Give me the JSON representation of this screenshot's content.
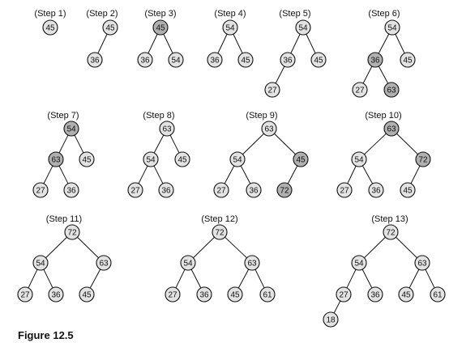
{
  "caption": "Figure 12.5",
  "colors": {
    "light": "#e3e3e3",
    "dark": "#b0b0b0",
    "outline": "#111111"
  },
  "steps": [
    {
      "label": "(Step 1)",
      "nodes": [
        {
          "v": "45"
        }
      ]
    },
    {
      "label": "(Step 2)",
      "nodes": [
        {
          "v": "45"
        },
        {
          "v": "36"
        }
      ]
    },
    {
      "label": "(Step 3)",
      "nodes": [
        {
          "v": "45",
          "hl": true
        },
        {
          "v": "36"
        },
        {
          "v": "54"
        }
      ]
    },
    {
      "label": "(Step 4)",
      "nodes": [
        {
          "v": "54"
        },
        {
          "v": "36"
        },
        {
          "v": "45"
        }
      ]
    },
    {
      "label": "(Step 5)",
      "nodes": [
        {
          "v": "54"
        },
        {
          "v": "36"
        },
        {
          "v": "45"
        },
        {
          "v": "27"
        }
      ]
    },
    {
      "label": "(Step 6)",
      "nodes": [
        {
          "v": "54"
        },
        {
          "v": "36",
          "hl": true
        },
        {
          "v": "45"
        },
        {
          "v": "27"
        },
        {
          "v": "63",
          "hl": true
        }
      ]
    },
    {
      "label": "(Step 7)",
      "nodes": [
        {
          "v": "54",
          "hl": true
        },
        {
          "v": "63",
          "hl": true
        },
        {
          "v": "45"
        },
        {
          "v": "27"
        },
        {
          "v": "36"
        }
      ]
    },
    {
      "label": "(Step 8)",
      "nodes": [
        {
          "v": "63"
        },
        {
          "v": "54"
        },
        {
          "v": "45"
        },
        {
          "v": "27"
        },
        {
          "v": "36"
        }
      ]
    },
    {
      "label": "(Step 9)",
      "nodes": [
        {
          "v": "63"
        },
        {
          "v": "54"
        },
        {
          "v": "45",
          "hl": true
        },
        {
          "v": "27"
        },
        {
          "v": "36"
        },
        {
          "v": "72",
          "hl": true
        }
      ]
    },
    {
      "label": "(Step 10)",
      "nodes": [
        {
          "v": "63",
          "hl": true
        },
        {
          "v": "54"
        },
        {
          "v": "72",
          "hl": true
        },
        {
          "v": "27"
        },
        {
          "v": "36"
        },
        {
          "v": "45"
        }
      ]
    },
    {
      "label": "(Step 11)",
      "nodes": [
        {
          "v": "72"
        },
        {
          "v": "54"
        },
        {
          "v": "63"
        },
        {
          "v": "27"
        },
        {
          "v": "36"
        },
        {
          "v": "45"
        }
      ]
    },
    {
      "label": "(Step 12)",
      "nodes": [
        {
          "v": "72"
        },
        {
          "v": "54"
        },
        {
          "v": "63"
        },
        {
          "v": "27"
        },
        {
          "v": "36"
        },
        {
          "v": "45"
        },
        {
          "v": "61"
        }
      ]
    },
    {
      "label": "(Step 13)",
      "nodes": [
        {
          "v": "72"
        },
        {
          "v": "54"
        },
        {
          "v": "63"
        },
        {
          "v": "27"
        },
        {
          "v": "36"
        },
        {
          "v": "45"
        },
        {
          "v": "61"
        },
        {
          "v": "18"
        }
      ]
    }
  ]
}
